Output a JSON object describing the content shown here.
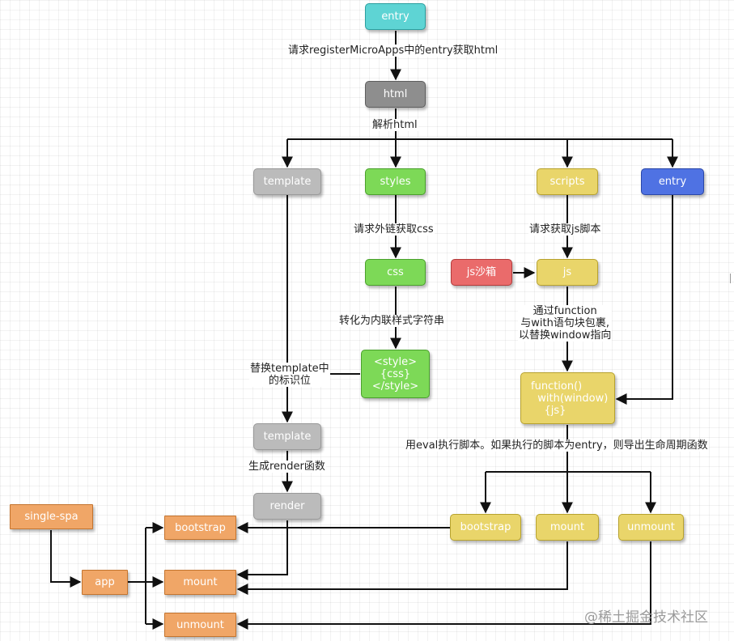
{
  "colors": {
    "cyan": {
      "fill": "#5ed4d4",
      "border": "#2c9f9f"
    },
    "gray_dark": {
      "fill": "#8e8e8e",
      "border": "#5e5e5e"
    },
    "gray_light": {
      "fill": "#bbbbbb",
      "border": "#999999"
    },
    "green": {
      "fill": "#7dd957",
      "border": "#4aa02c"
    },
    "yellow": {
      "fill": "#e9d56a",
      "border": "#b7a22f"
    },
    "blue": {
      "fill": "#4f72e3",
      "border": "#2a47a8"
    },
    "red": {
      "fill": "#ea6b6b",
      "border": "#b33b3b"
    },
    "orange": {
      "fill": "#f0a667",
      "border": "#c4742e"
    }
  },
  "nodes": {
    "entry_top": "entry",
    "html": "html",
    "template": "template",
    "styles": "styles",
    "scripts": "scripts",
    "entry_right": "entry",
    "css": "css",
    "js_sandbox": "js沙箱",
    "js": "js",
    "style_block": "<style>\n{css}\n</style>",
    "function_block": "function()\n  with(window)\n    {js}",
    "template2": "template",
    "render": "render",
    "single_spa": "single-spa",
    "app": "app",
    "bootstrap_left": "bootstrap",
    "mount_left": "mount",
    "unmount_left": "unmount",
    "bootstrap_right": "bootstrap",
    "mount_right": "mount",
    "unmount_right": "unmount"
  },
  "labels": {
    "request_entry": "请求registerMicroApps中的entry获取html",
    "parse_html": "解析html",
    "request_css": "请求外链获取css",
    "request_js": "请求获取js脚本",
    "to_inline": "转化为内联样式字符串",
    "wrap_function": "通过function\n与with语句块包裹,\n以替换window指向",
    "replace_template": "替换template中\n的标识位",
    "gen_render": "生成render函数",
    "eval_exec": "用eval执行脚本。如果执行的脚本为entry，则导出生命周期函数"
  },
  "watermark": "@稀土掘金技术社区"
}
